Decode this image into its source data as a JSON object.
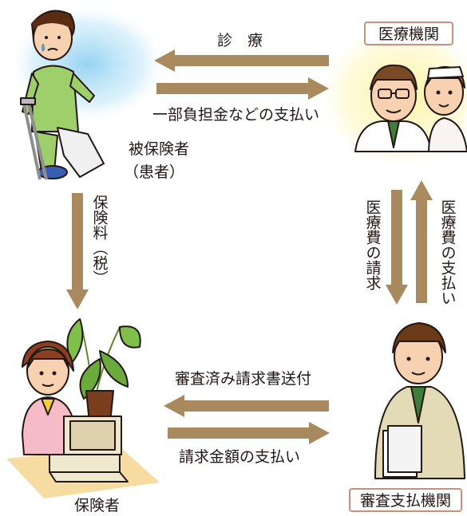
{
  "colors": {
    "arrow": "#a88a5e",
    "box_border": "#c98f7a",
    "glow_blue": "#8fd0f2",
    "glow_yellow": "#fff3a0",
    "shirt_green": "#9fcf6a"
  },
  "labels": {
    "shinryo": "診　療",
    "ichibu_futan": "一部負担金などの支払い",
    "hihokensha": "被保険者",
    "kanja": "（患者）",
    "hokenryo": "保険料（税）",
    "iryohi_seikyu": "医療費の請求",
    "iryohi_shiharai": "医療費の支払い",
    "shinsazumi": "審査済み請求書送付",
    "seikyu_kingaku": "請求金額の支払い",
    "hokensha": "保険者"
  },
  "boxes": {
    "iryo_kikan": "医療機関",
    "shinsa_kikan": "審査支払機関"
  },
  "icons": [
    "patient-figure",
    "doctor-figure",
    "nurse-figure",
    "insurer-worker-figure",
    "computer-icon",
    "plant-icon",
    "reviewer-figure"
  ]
}
